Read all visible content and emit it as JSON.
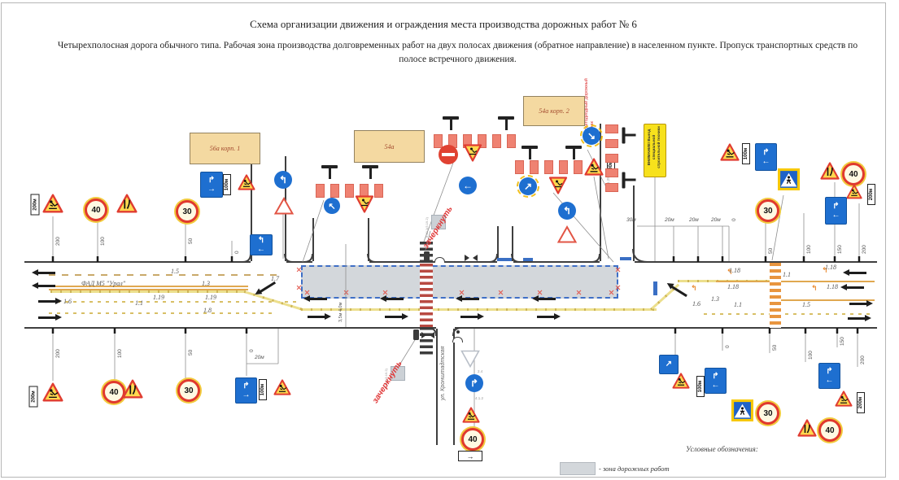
{
  "header": {
    "title": "Схема организации движения и ограждения места производства  дорожных работ № 6",
    "subtitle": "Четырехполосная дорога обычного типа. Рабочая зона производства долговременных работ на двух полосах движения (обратное направление) в населенном пункте. Пропуск транспортных средств по полосе встречного движения."
  },
  "buildings": {
    "left": "56а корп. 1",
    "center": "54а",
    "right": "54а корп. 2"
  },
  "labels": {
    "highway": "ФАД М5 \"Урал\"",
    "street": "ул. Кронштадтская",
    "led_sign": "светодиодный дорожный знак",
    "attention": "ВНИМАНИЕ! Выезд специальной строительной техники",
    "cross_out": "зачеркнуть",
    "crossed_sign_code": "5.19.1(5.19.2)",
    "lane_widths": "3,5м 4,0м"
  },
  "legend": {
    "heading": "Условные обозначения:",
    "work_zone": "- зона дорожных работ"
  },
  "signs": {
    "limit40": "40",
    "limit30": "30",
    "plate100": "100м",
    "plate200": "200м",
    "code_2_4": "2.4",
    "code_4_1_2": "4.1.2",
    "code_1_25": "1.25"
  },
  "markings": {
    "m1_1": "1.1",
    "m1_3": "1.3",
    "m1_5": "1.5",
    "m1_6": "1.6",
    "m1_7": "1.7",
    "m1_8": "1.8",
    "m1_18": "1.18",
    "m1_19": "1.19"
  },
  "distances": {
    "top_left": [
      "200",
      "100",
      "50",
      "0"
    ],
    "work_gap": [
      "30м",
      "20м",
      "20м",
      "20м",
      "0"
    ],
    "top_right": [
      "50",
      "100",
      "150",
      "200"
    ],
    "bottom_left": [
      "200",
      "100",
      "50",
      "0",
      "20м"
    ],
    "bottom_right": [
      "0",
      "50",
      "100",
      "150",
      "200"
    ]
  },
  "icons": {
    "turn_hook": "↰",
    "circ_back_left": "↰",
    "circ_diag_nw": "↖",
    "circ_left": "←",
    "circ_diag_ne": "↗",
    "circ_diag_se": "↘",
    "circ_curve_left": "↰",
    "circ_turn_right": "↱",
    "lane_a_top": "↱",
    "lane_a_bottom": "→",
    "lane_b_top": "↱",
    "lane_b_bottom": "←",
    "detour_top": "↰",
    "detour_bottom": "←",
    "detour_fork": "↗",
    "plate_arrow": "→"
  },
  "colors": {
    "work_zone_fill": "#d3d7db",
    "barrier": "#ef8272",
    "sign_blue": "#1e6fd0",
    "temp_yellow": "#e6d060",
    "temp_orange": "#e8953f",
    "accent_red": "#e03c31"
  }
}
